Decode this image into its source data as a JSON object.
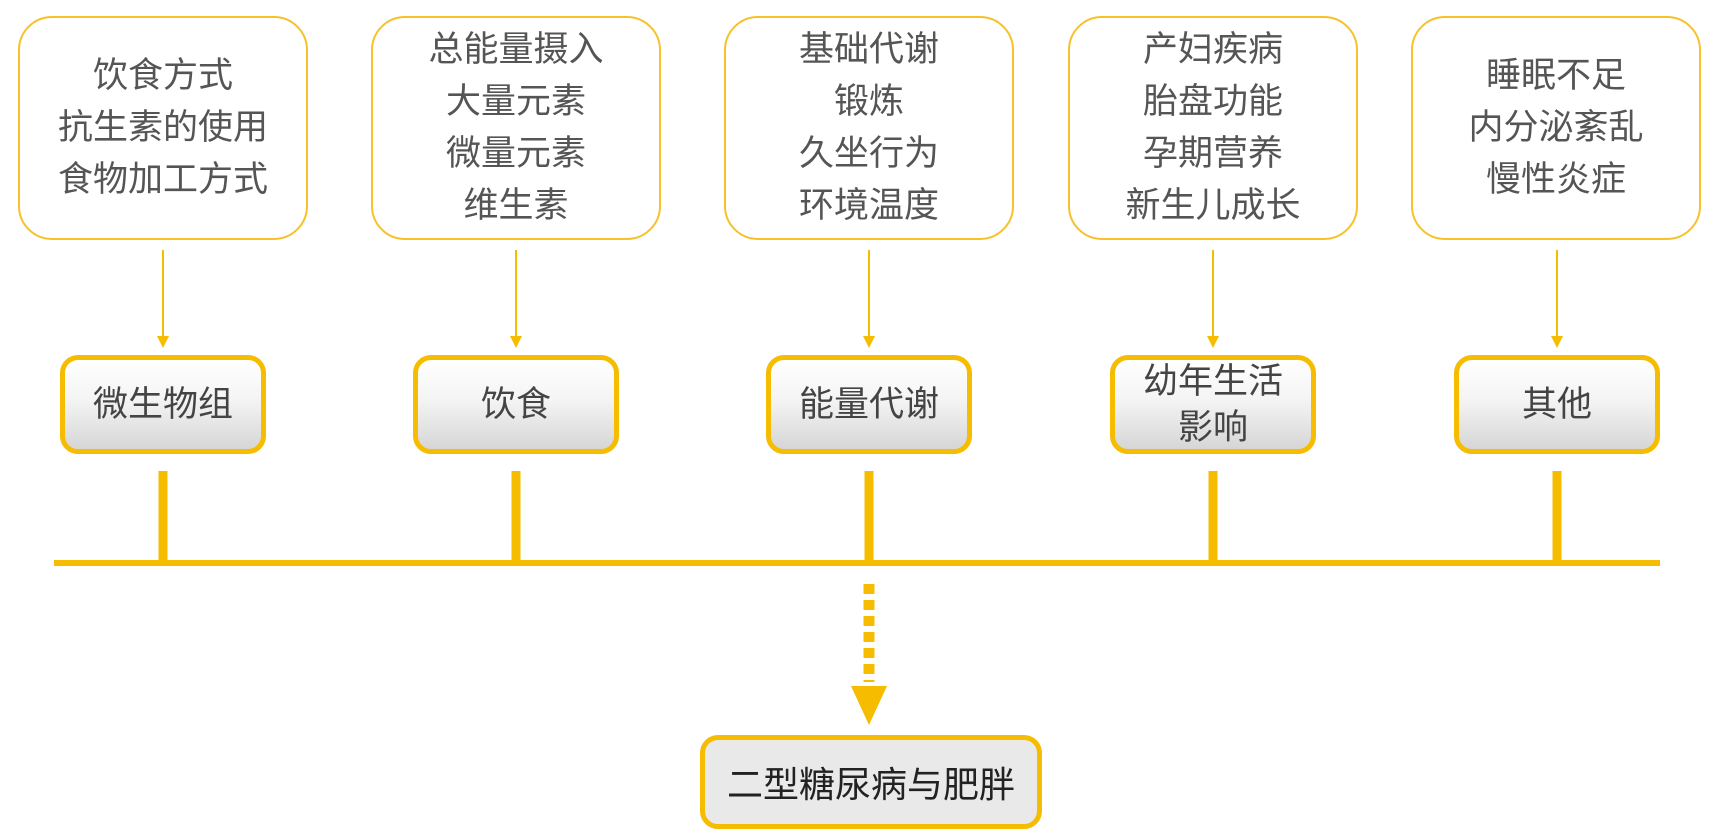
{
  "accent_color": "#f5bc00",
  "factors": [
    {
      "details": [
        "饮食方式",
        "抗生素的使用",
        "食物加工方式"
      ],
      "category": [
        "微生物组"
      ]
    },
    {
      "details": [
        "总能量摄入",
        "大量元素",
        "微量元素",
        "维生素"
      ],
      "category": [
        "饮食"
      ]
    },
    {
      "details": [
        "基础代谢",
        "锻炼",
        "久坐行为",
        "环境温度"
      ],
      "category": [
        "能量代谢"
      ]
    },
    {
      "details": [
        "产妇疾病",
        "胎盘功能",
        "孕期营养",
        "新生儿成长"
      ],
      "category": [
        "幼年生活",
        "影响"
      ]
    },
    {
      "details": [
        "睡眠不足",
        "内分泌紊乱",
        "慢性炎症"
      ],
      "category": [
        "其他"
      ]
    }
  ],
  "outcome": "二型糖尿病与肥胖"
}
